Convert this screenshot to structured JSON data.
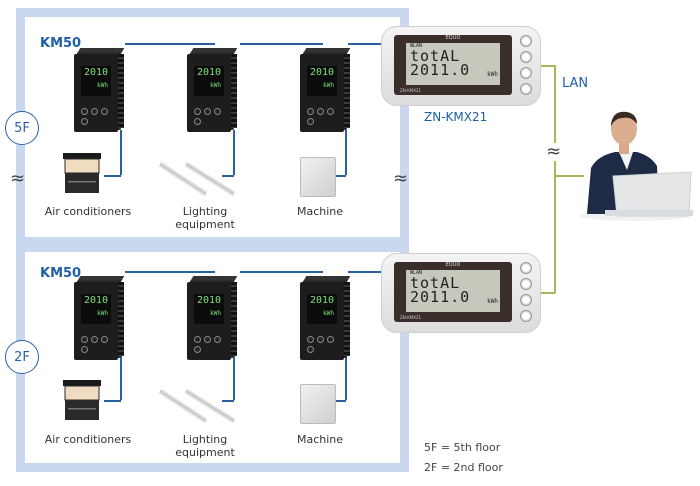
{
  "floors": [
    {
      "id": "5F",
      "controller_label": "KM50",
      "meter_display": {
        "value": "2010",
        "sub": "kWh"
      },
      "equipment": [
        {
          "label_lines": [
            "Air conditioners"
          ],
          "icon": "air-conditioner-icon"
        },
        {
          "label_lines": [
            "Lighting",
            "equipment"
          ],
          "icon": "lighting-fixture-icon"
        },
        {
          "label_lines": [
            "Machine"
          ],
          "icon": "machine-icon"
        }
      ]
    },
    {
      "id": "2F",
      "controller_label": "KM50",
      "meter_display": {
        "value": "2010",
        "sub": "kWh"
      },
      "equipment": [
        {
          "label_lines": [
            "Air conditioners"
          ],
          "icon": "air-conditioner-icon"
        },
        {
          "label_lines": [
            "Lighting",
            "equipment"
          ],
          "icon": "lighting-fixture-icon"
        },
        {
          "label_lines": [
            "Machine"
          ],
          "icon": "machine-icon"
        }
      ]
    }
  ],
  "gateway": {
    "label": "ZN-KMX21",
    "brand": "EQUO",
    "lcd_status": "WLAN",
    "lcd_line1": "totAL",
    "lcd_line2": "2011.0",
    "lcd_unit": "kWh"
  },
  "network": {
    "label": "LAN"
  },
  "break_symbol": "≈",
  "legend": [
    "5F = 5th floor",
    "2F = 2nd floor"
  ],
  "colors": {
    "frame": "#c9d8ee",
    "wire": "#2a5fa0",
    "lan": "#a7b85a",
    "label_blue": "#1f5fa8"
  }
}
